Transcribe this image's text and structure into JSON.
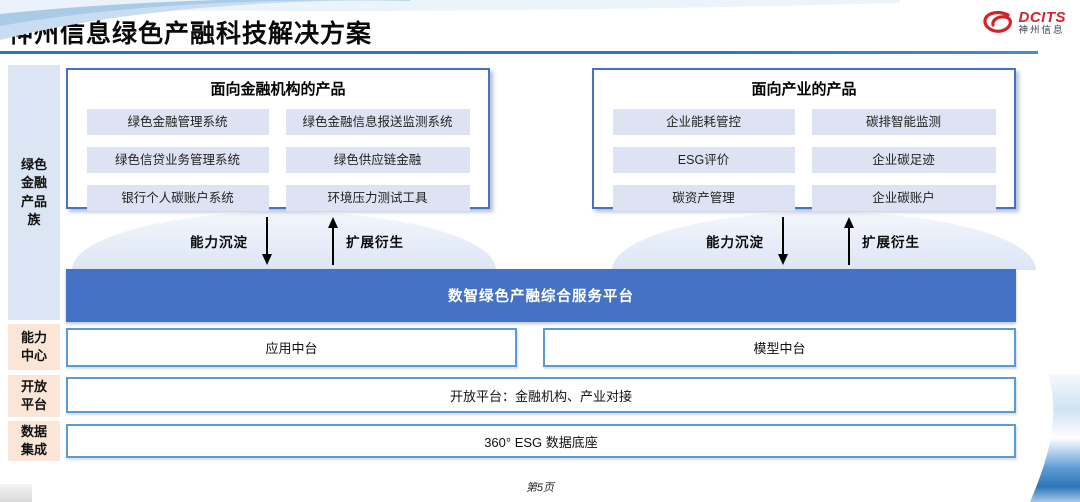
{
  "header": {
    "title": "神州信息绿色产融科技解决方案",
    "logo_brand": "DCITS",
    "logo_name": "神州信息"
  },
  "sidebar": {
    "product_family": "绿色金融产品族",
    "capability_center": "能力中心",
    "open_platform": "开放平台",
    "data_integration": "数据集成"
  },
  "finance_box": {
    "title": "面向金融机构的产品",
    "items": [
      "绿色金融管理系统",
      "绿色金融信息报送监测系统",
      "绿色信贷业务管理系统",
      "绿色供应链金融",
      "银行个人碳账户系统",
      "环境压力测试工具"
    ]
  },
  "industry_box": {
    "title": "面向产业的产品",
    "items": [
      "企业能耗管控",
      "碳排智能监测",
      "ESG评价",
      "企业碳足迹",
      "碳资产管理",
      "企业碳账户"
    ]
  },
  "arrows": {
    "sink_label": "能力沉淀",
    "derive_label": "扩展衍生"
  },
  "platform_bar": {
    "label": "数智绿色产融综合服务平台"
  },
  "capability_row": {
    "left": "应用中台",
    "right": "模型中台"
  },
  "open_row": {
    "label": "开放平台：金融机构、产业对接"
  },
  "data_row": {
    "label": "360° ESG 数据底座"
  },
  "footer": {
    "page_number": "第5页"
  },
  "colors": {
    "accent_blue": "#4472c4",
    "line_blue": "#2e75b6",
    "light_border_blue": "#5b9bd5",
    "sidebar_blue": "#dbe5f4",
    "sidebar_peach": "#fbe5d6",
    "item_lavender": "#dde3f2",
    "logo_red": "#d2232a"
  }
}
